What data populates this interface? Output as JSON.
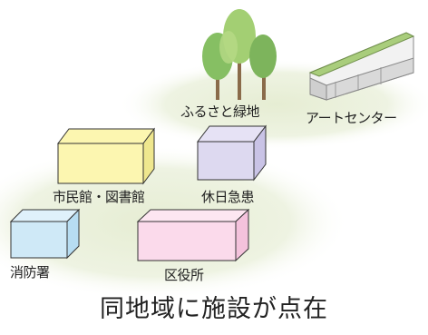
{
  "labels": {
    "green": "ふるさと緑地",
    "art": "アートセンター",
    "civic": "市民館・図書館",
    "holiday": "休日急患",
    "fire": "消防署",
    "ward": "区役所"
  },
  "caption": "同地域に施設が点在",
  "colors": {
    "ground": "#e9efd9",
    "civic_box": "#fcf6b0",
    "holiday_box": "#ddd9f0",
    "fire_box": "#cfe9f7",
    "ward_box": "#fbdaeb",
    "box_stroke": "#333333",
    "tree_green": "#8fc46a"
  }
}
